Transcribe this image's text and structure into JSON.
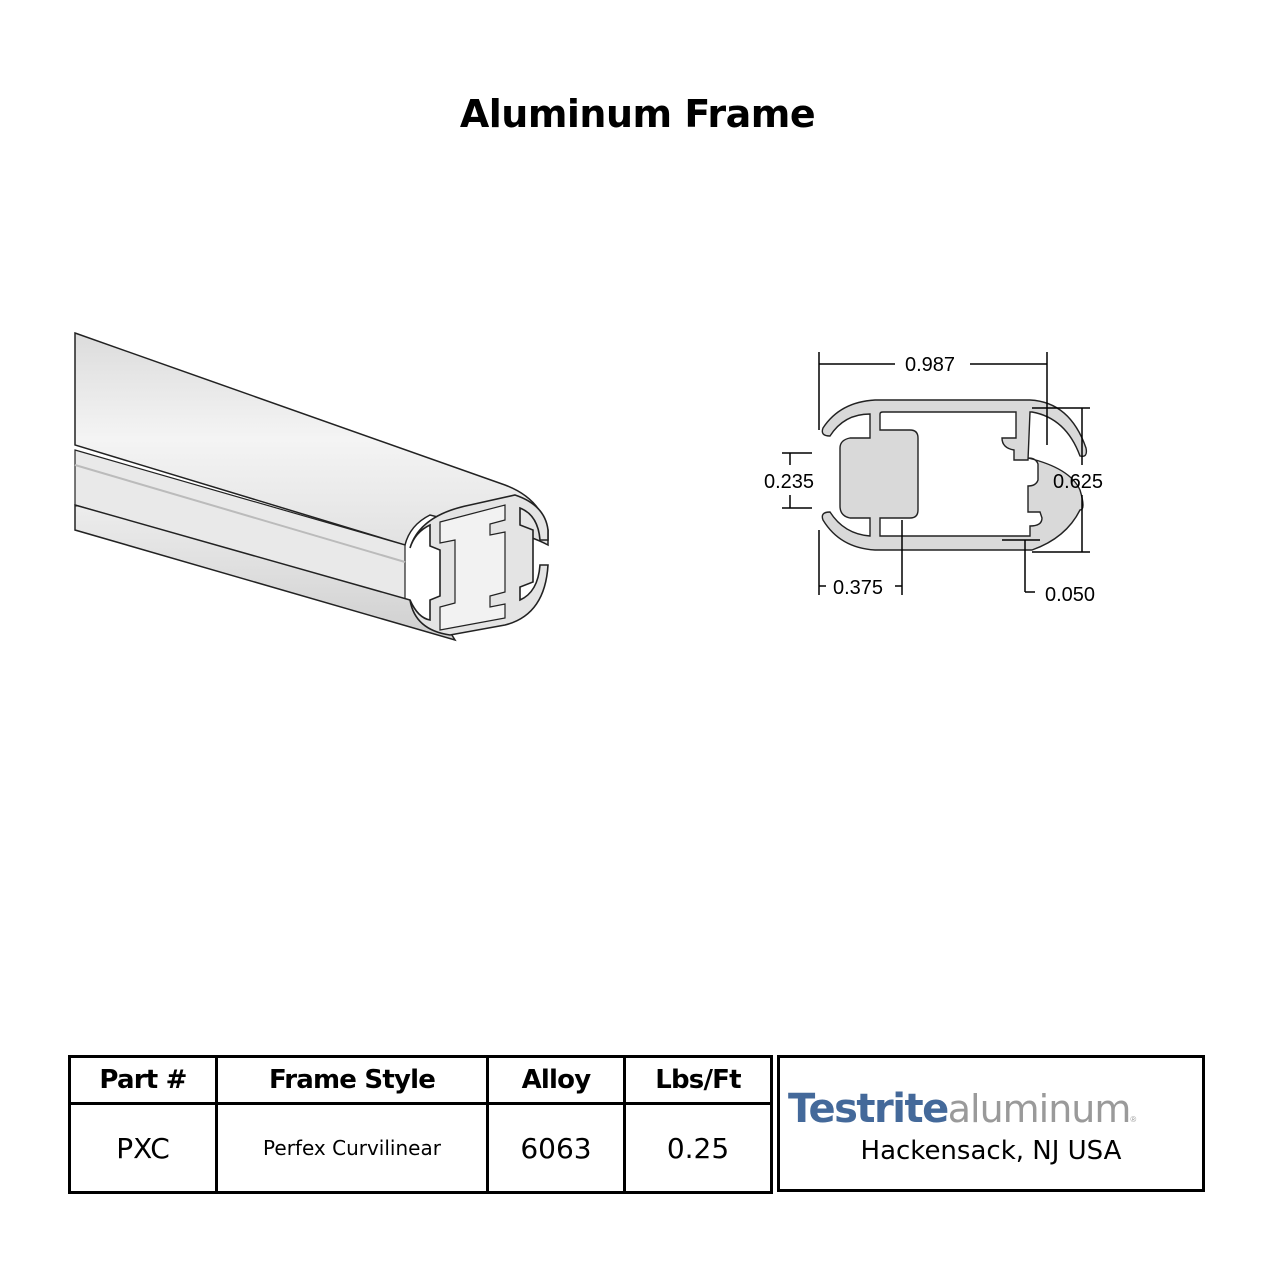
{
  "title": "Aluminum Frame",
  "dimensions": {
    "overall_width": "0.987",
    "overall_height": "0.625",
    "opening": "0.235",
    "channel_depth": "0.375",
    "wall_thickness": "0.050"
  },
  "table": {
    "headers": [
      "Part #",
      "Frame Style",
      "Alloy",
      "Lbs/Ft"
    ],
    "row": [
      "PXC",
      "Perfex Curvilinear",
      "6063",
      "0.25"
    ]
  },
  "brand": {
    "name_bold": "Testrite",
    "name_light": "aluminum",
    "registered": "®",
    "location": "Hackensack, NJ USA",
    "primary_color": "#44699a",
    "secondary_color": "#9a9a9a"
  }
}
